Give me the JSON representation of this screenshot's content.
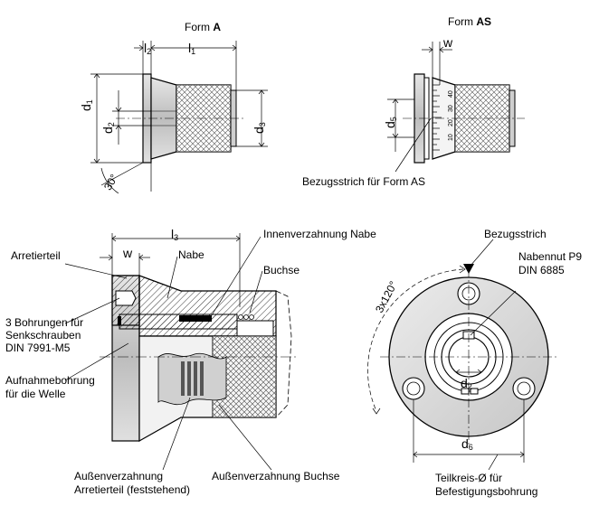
{
  "views": {
    "form_a": {
      "prefix": "Form ",
      "bold": "A"
    },
    "form_as": {
      "prefix": "Form ",
      "bold": "AS"
    }
  },
  "dimensions": {
    "l2": {
      "base": "l",
      "sub": "2"
    },
    "l1": {
      "base": "l",
      "sub": "1"
    },
    "l3": {
      "base": "l",
      "sub": "3"
    },
    "d1": {
      "base": "d",
      "sub": "1"
    },
    "d2": {
      "base": "d",
      "sub": "2"
    },
    "d3": {
      "base": "d",
      "sub": "3"
    },
    "d5": {
      "base": "d",
      "sub": "5"
    },
    "d6": {
      "base": "d",
      "sub": "6"
    },
    "d2_front": {
      "base": "d",
      "sub": "2"
    },
    "w_as": "w",
    "w_section": "w",
    "angle": "30°",
    "pitch": "3x120°"
  },
  "scale_numbers": [
    "40",
    "30",
    "20",
    "10"
  ],
  "labels": {
    "bezugsstrich_form_as": "Bezugsstrich für Form AS",
    "innenverzahnung_nabe": "Innenverzahnung Nabe",
    "arretierteil": "Arretierteil",
    "nabe": "Nabe",
    "buchse": "Buchse",
    "bohrungen": [
      "3 Bohrungen für",
      "Senkschrauben",
      "DIN 7991-M5"
    ],
    "aufnahmebohrung": [
      "Aufnahmebohrung",
      "für die Welle"
    ],
    "aussen_arretierteil": [
      "Außenverzahnung",
      "Arretierteil (feststehend)"
    ],
    "aussen_buchse": "Außenverzahnung Buchse",
    "bezugsstrich": "Bezugsstrich",
    "nabennut": [
      "Nabennut P9",
      "DIN 6885"
    ],
    "teilkreis": [
      "Teilkreis-Ø für",
      "Befestigungsbohrung"
    ]
  }
}
